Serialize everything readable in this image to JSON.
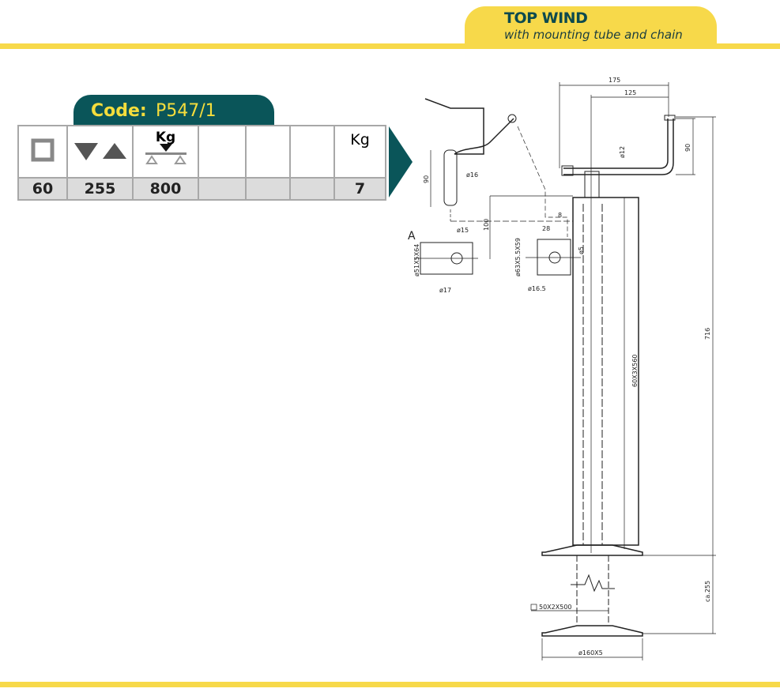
{
  "header": {
    "title": "TOP WIND",
    "subtitle": "with mounting tube and chain"
  },
  "product": {
    "code_label": "Code:",
    "code_value": "P547/1"
  },
  "spec_table": {
    "header_icons": [
      "square-tube-icon",
      "stroke-triangles-icon",
      "load-capacity-icon",
      "",
      "",
      "",
      "weight-icon"
    ],
    "load_label": "Kg",
    "weight_label": "Kg",
    "values": [
      "60",
      "255",
      "800",
      "",
      "",
      "",
      "7"
    ]
  },
  "drawing": {
    "dims": {
      "d175": "175",
      "d125": "125",
      "d90_handle": "90",
      "d12": "ø12",
      "d716": "716",
      "tube": "60X3X560",
      "d90_pin": "90",
      "d16": "ø16",
      "d100": "100",
      "d8": "8",
      "d28": "28",
      "d5": "ø5",
      "d16_5": "ø16.5",
      "d63": "ø63X5.5X59",
      "view_a": "A",
      "d15": "ø15",
      "d51": "ø51X5X64",
      "d17": "ø17",
      "inner_tube": "50X2X500",
      "ca255": "ca.255",
      "plate": "ø160X5"
    },
    "colors": {
      "line": "#222222"
    }
  },
  "colors": {
    "yellow": "#f7d94a",
    "teal": "#0a5559",
    "code_text": "#f5dd3c"
  }
}
